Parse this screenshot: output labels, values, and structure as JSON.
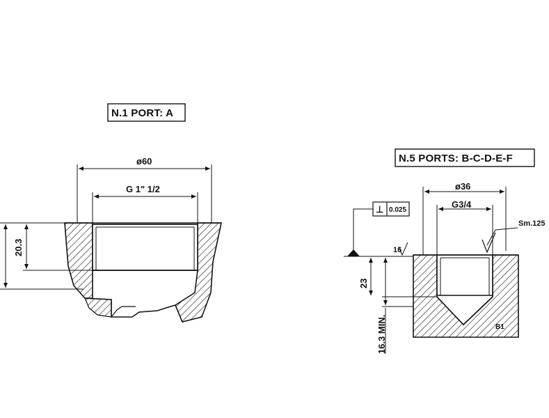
{
  "port_a": {
    "title": "N.1 PORT: A",
    "dim_outer": "ø60",
    "dim_thread": "G 1\" 1/2",
    "dim_depth": "20.3"
  },
  "ports_bcdef": {
    "title": "N.5 PORTS: B-C-D-E-F",
    "dim_outer": "ø36",
    "dim_thread": "G3/4",
    "tolerance_symbol": "⊥",
    "tolerance_value": "0.025",
    "roughness": "Sm.125",
    "surface_mark": "16",
    "dim_depth": "23",
    "dim_min": "16.3 MIN.",
    "edge_note": "B1"
  }
}
